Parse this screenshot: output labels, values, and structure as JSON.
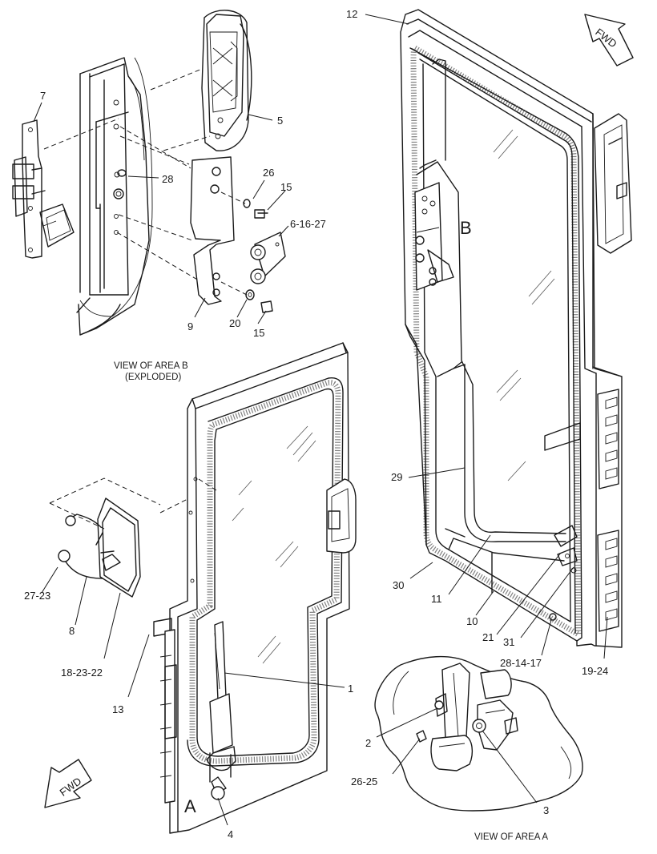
{
  "captions": {
    "view_area_b_line1": "VIEW OF AREA  B",
    "view_area_b_line2": "(EXPLODED)",
    "view_area_a": "VIEW OF AREA  A"
  },
  "area_markers": {
    "a": "A",
    "b": "B"
  },
  "fwd_arrows": {
    "top_right": "FWD",
    "bottom_left": "FWD"
  },
  "callouts": {
    "c1": "1",
    "c2": "2",
    "c3": "3",
    "c4": "4",
    "c5": "5",
    "c7": "7",
    "c8": "8",
    "c9": "9",
    "c10": "10",
    "c11": "11",
    "c12": "12",
    "c13": "13",
    "c15a": "15",
    "c15b": "15",
    "c20": "20",
    "c21": "21",
    "c26": "26",
    "c28": "28",
    "c29": "29",
    "c30": "30",
    "c31": "31",
    "c6_16_27": "6-16-27",
    "c27_23": "27-23",
    "c18_23_22": "18-23-22",
    "c28_14_17": "28-14-17",
    "c19_24": "19-24",
    "c26_25": "26-25"
  }
}
